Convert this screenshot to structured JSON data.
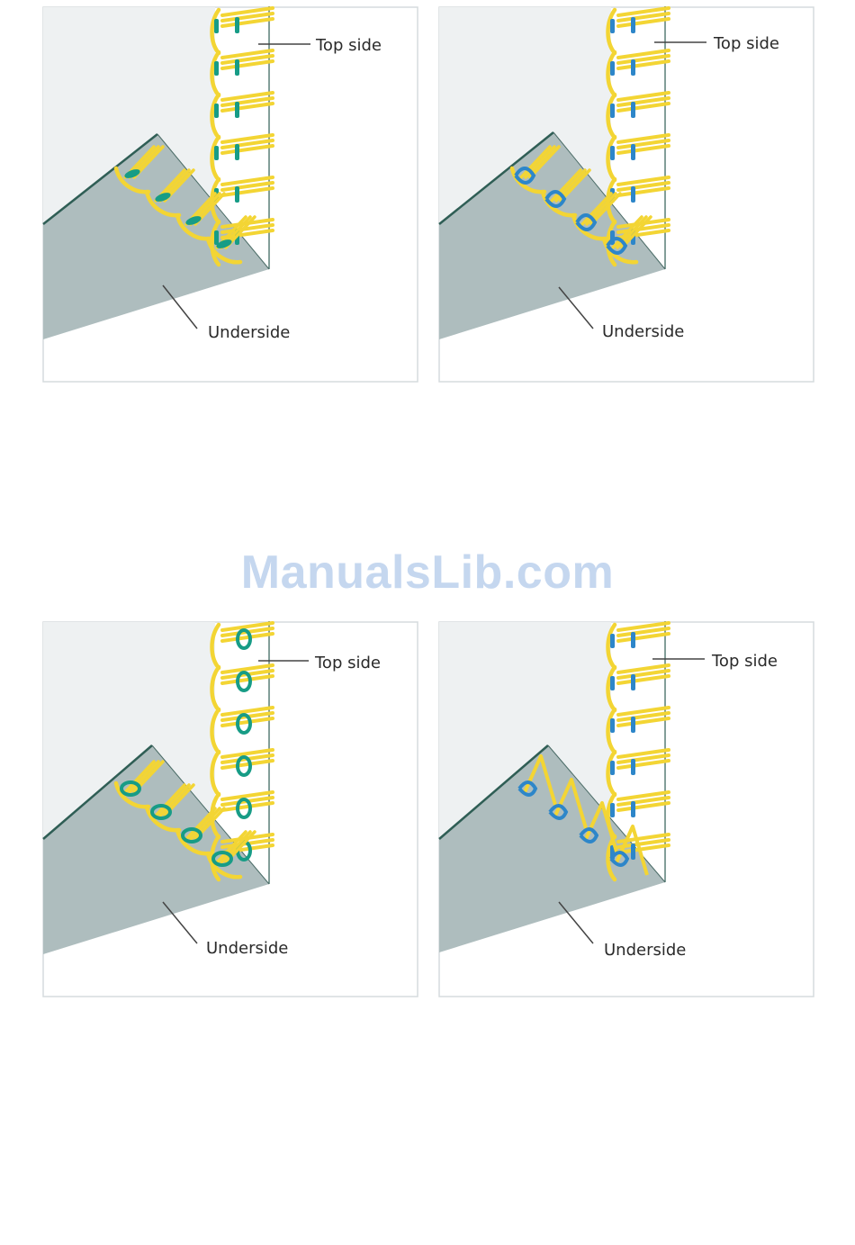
{
  "labels": {
    "top_side": "Top side",
    "underside": "Underside"
  },
  "watermark": "ManualsLib.com",
  "colors": {
    "fabric_top": "#eef1f2",
    "fabric_under": "#aebdbe",
    "fabric_edge": "#2f5e55",
    "frame": "#d6dcde",
    "thread_yellow": "#f3d534",
    "thread_yellow_dark": "#c9a916",
    "thread_green": "#179c86",
    "thread_blue": "#2d86c9",
    "leader": "#444444"
  },
  "panels": [
    {
      "id": "panel-1",
      "stitch": "green-knots"
    },
    {
      "id": "panel-2",
      "stitch": "blue-loops"
    },
    {
      "id": "panel-3",
      "stitch": "green-rings"
    },
    {
      "id": "panel-4",
      "stitch": "blue-zigzag"
    }
  ]
}
